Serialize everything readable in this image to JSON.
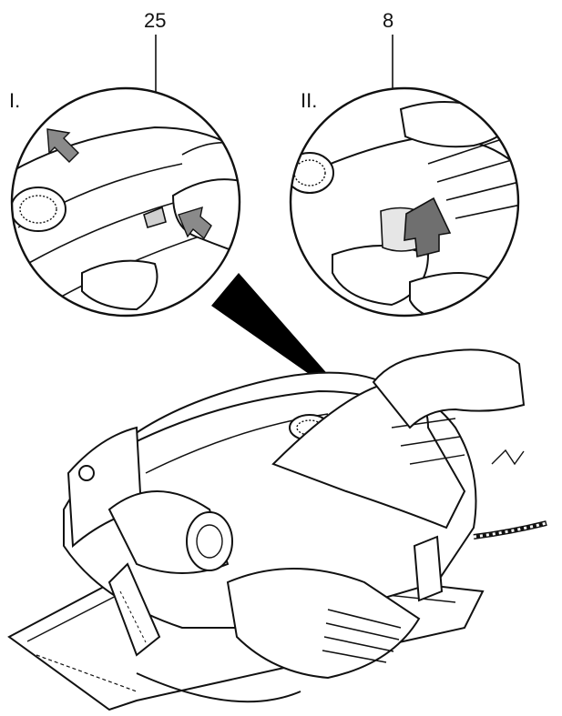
{
  "labels": {
    "step_one": "I.",
    "step_two": "II.",
    "callout_left": "25",
    "callout_right": "8"
  },
  "colors": {
    "line": "#111111",
    "arrow_fill": "#8a8a8a",
    "arrow_dark": "#6f6f6f",
    "background": "#ffffff"
  }
}
